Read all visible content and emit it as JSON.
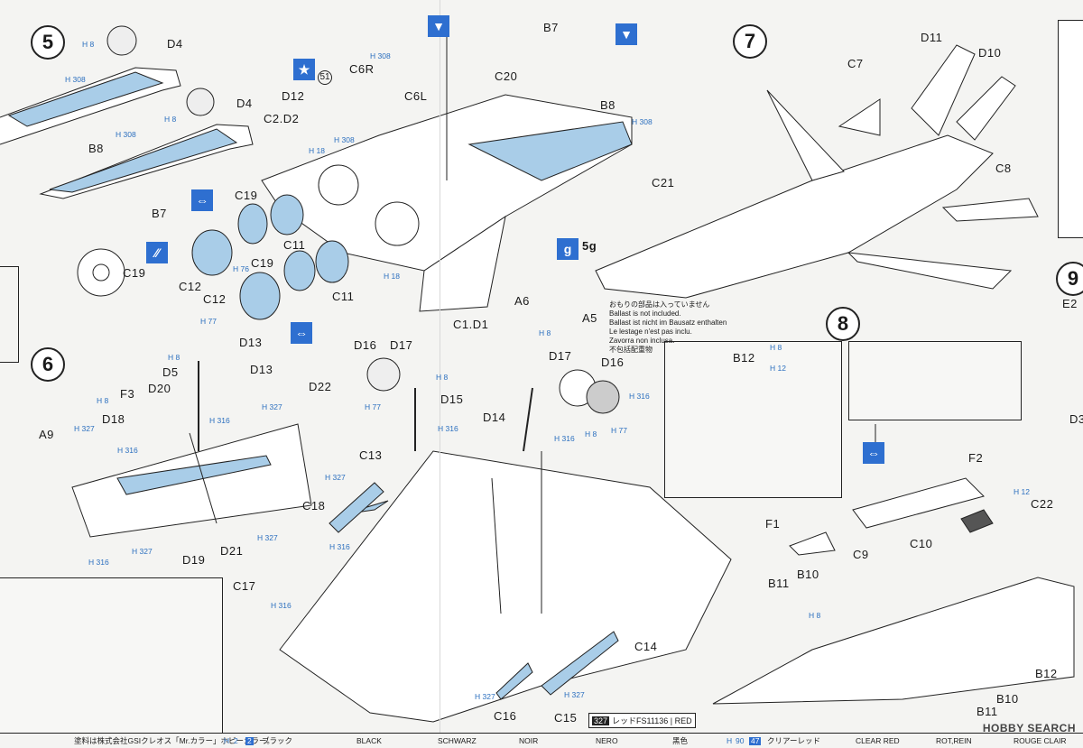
{
  "steps": {
    "s5": "5",
    "s6": "6",
    "s7": "7",
    "s8": "8",
    "s9": "9"
  },
  "parts": {
    "d4a": "D4",
    "d4b": "D4",
    "b8a": "B8",
    "b7a": "B7",
    "b7b": "B7",
    "b8b": "B8",
    "c6r": "C6R",
    "c6l": "C6L",
    "d12": "D12",
    "c2d2": "C2.D2",
    "c20": "C20",
    "c21": "C21",
    "c19a": "C19",
    "c19b": "C19",
    "c19c": "C19",
    "c11a": "C11",
    "c11b": "C11",
    "c12a": "C12",
    "c12b": "C12",
    "c1d1": "C1.D1",
    "a6": "A6",
    "a5": "A5",
    "d13a": "D13",
    "d13b": "D13",
    "d5": "D5",
    "f3": "F3",
    "d20": "D20",
    "d22": "D22",
    "d18": "D18",
    "a9": "A9",
    "d19": "D19",
    "d21": "D21",
    "d16a": "D16",
    "d17a": "D17",
    "d15": "D15",
    "d17b": "D17",
    "d16b": "D16",
    "d14": "D14",
    "c13": "C13",
    "c18": "C18",
    "c17": "C17",
    "c16": "C16",
    "c15": "C15",
    "c14": "C14",
    "c7": "C7",
    "d11": "D11",
    "d10": "D10",
    "c8": "C8",
    "b12a": "B12",
    "f2": "F2",
    "c22": "C22",
    "f1": "F1",
    "c9": "C9",
    "c10": "C10",
    "b11a": "B11",
    "b10a": "B10",
    "b12b": "B12",
    "b10b": "B10",
    "b11b": "B11",
    "e2": "E2",
    "d3": "D3"
  },
  "color_refs": {
    "h8_1": "H 8",
    "h308_1": "H 308",
    "h8_2": "H 8",
    "h308_2": "H 308",
    "h308_3": "H 308",
    "h308_4": "H 308",
    "h18_1": "H 18",
    "h308_5": "H 308",
    "h76": "H 76",
    "h18_2": "H 18",
    "h8_a6": "H 8",
    "h77_1": "H 77",
    "h8_3": "H 8",
    "h316_1": "H 316",
    "h8_4": "H 8",
    "h327_1": "H 327",
    "h327_2": "H 327",
    "h316_2": "H 316",
    "h316_3": "H 316",
    "h327_3": "H 327",
    "h77_2": "H 77",
    "h8_5": "H 8",
    "h316_4": "H 316",
    "h316_5": "H 316",
    "h8_6": "H 8",
    "h316_6": "H 316",
    "h77_3": "H 77",
    "h327_4": "H 327",
    "h327_5": "H 327",
    "h316_7": "H 316",
    "h316_8": "H 316",
    "h327_6": "H 327",
    "h327_7": "H 327",
    "h8_7": "H 8",
    "h12_1": "H 12",
    "h12_2": "H 12",
    "h8_8": "H 8"
  },
  "marks": {
    "ref51": "51",
    "ballast_weight": "5g"
  },
  "ballast_note": [
    "おもりの部品は入っていません",
    "Ballast is not included.",
    "Ballast ist nicht im Bausatz enthalten",
    "Le lestage n'est pas inclu.",
    "Zavorra non inclusa.",
    "不包括配重物"
  ],
  "red_tag": {
    "code": "327",
    "jp": "レッドFS11136",
    "en": "RED"
  },
  "legend": {
    "note_jp": "塗料は株式会社GSIクレオス「Mr.カラー」ホビーカラー。",
    "h_left": "H",
    "num2a": "2",
    "num2b": "2",
    "black_jp": "ブラック",
    "black_en": "BLACK",
    "black_de": "SCHWARZ",
    "black_fr": "NOIR",
    "black_it": "NERO",
    "black_cn": "黑色",
    "h_right": "H",
    "num90": "90",
    "num47": "47",
    "clear_red_jp": "クリアーレッド",
    "clear_red_en": "CLEAR RED",
    "clear_red_de": "ROT,REIN",
    "clear_red_fr": "ROUGE CLAIR"
  },
  "watermark": "HOBBY SEARCH",
  "colors": {
    "accent_blue": "#2e6fd0",
    "part_fill": "#a9cde8",
    "ink": "#1a1a1a"
  },
  "icons": [
    "star-icon",
    "arrow-down-box-icon",
    "swap-arrows-icon",
    "decal-icon",
    "weight-icon",
    "curved-arrow-icon"
  ]
}
